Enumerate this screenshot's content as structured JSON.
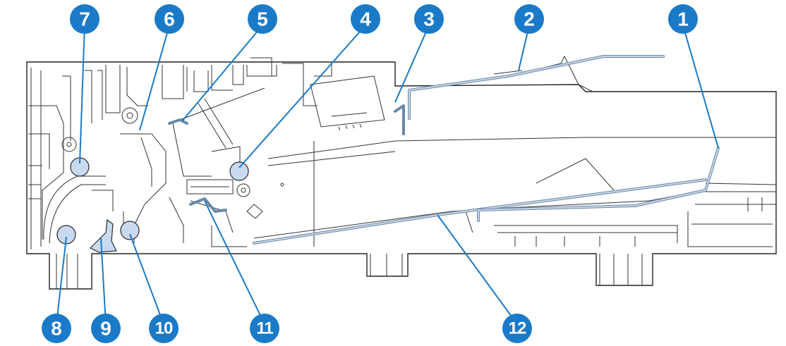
{
  "callouts": [
    {
      "id": "1",
      "label": "1"
    },
    {
      "id": "2",
      "label": "2"
    },
    {
      "id": "3",
      "label": "3"
    },
    {
      "id": "4",
      "label": "4"
    },
    {
      "id": "5",
      "label": "5"
    },
    {
      "id": "6",
      "label": "6"
    },
    {
      "id": "7",
      "label": "7"
    },
    {
      "id": "8",
      "label": "8"
    },
    {
      "id": "9",
      "label": "9"
    },
    {
      "id": "10",
      "label": "10"
    },
    {
      "id": "11",
      "label": "11"
    },
    {
      "id": "12",
      "label": "12"
    }
  ],
  "colors": {
    "callout": "#1a7ac8",
    "roller": "#c9d9f0",
    "paper_path": "#6a88a8",
    "line_art": "#222222"
  }
}
